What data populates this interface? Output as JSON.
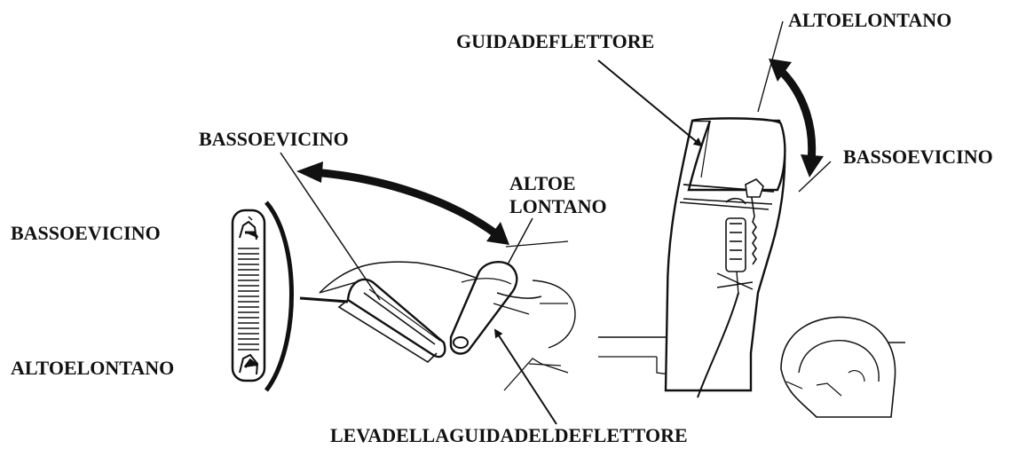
{
  "labels": {
    "top_right_high": "ALTOELONTANO",
    "chute_guide": "GUIDADEFLETTORE",
    "right_low": "BASSOEVICINO",
    "lever_low": "BASSOEVICINO",
    "lever_high_line1": "ALTOE",
    "lever_high_line2": "LONTANO",
    "scale_low": "BASSOEVICINO",
    "scale_high": "ALTOELONTANO",
    "lever_name": "LEVADELLAGUIDADELDEFLETTORE"
  },
  "colors": {
    "ink": "#111111",
    "background": "#ffffff"
  }
}
